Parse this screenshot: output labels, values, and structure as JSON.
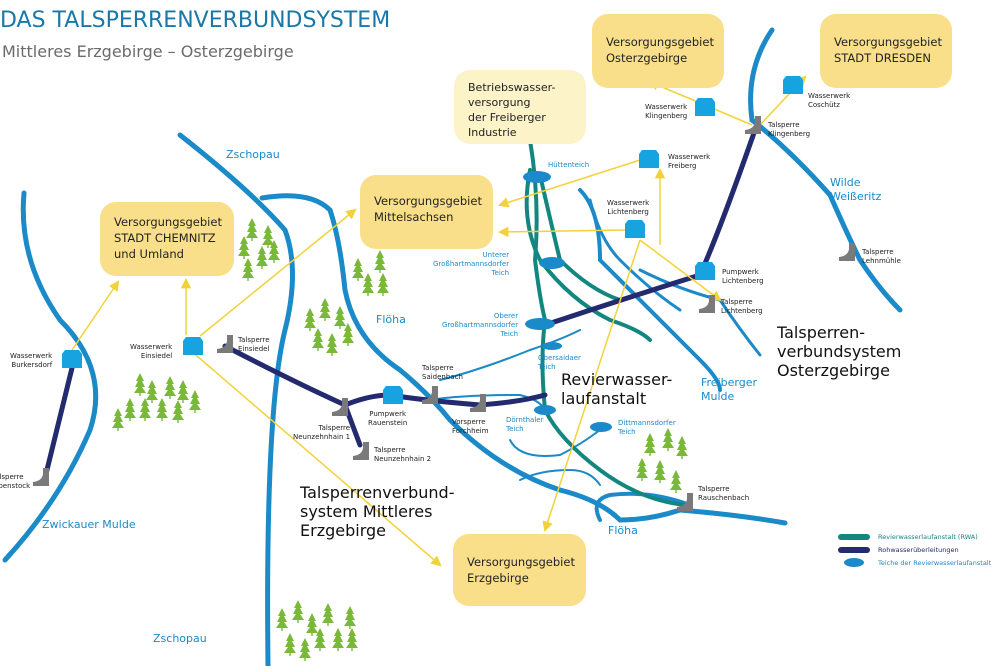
{
  "header": {
    "title": "DAS TALSPERRENVERBUNDSYSTEM",
    "subtitle": "Mittleres Erzgebirge – Osterzgebirge"
  },
  "colors": {
    "river": "#1a8ac8",
    "rwa": "#13877f",
    "rohwasser": "#232a6e",
    "teich": "#1a8ac8",
    "supply": "#f2d23a",
    "box": "#f9df8a",
    "box_pale": "#fcf3c9",
    "dam": "#7a7a7a",
    "waterworks": "#16a3e0",
    "tree": "#7ab83a"
  },
  "supply_areas": [
    {
      "line1": "Versorgungsgebiet",
      "line2": "STADT CHEMNITZ",
      "line3": "und Umland"
    },
    {
      "line1": "Versorgungsgebiet",
      "line2": "Mittelsachsen"
    },
    {
      "line1": "Versorgungsgebiet",
      "line2": "Osterzgebirge"
    },
    {
      "line1": "Versorgungsgebiet",
      "line2": "STADT DRESDEN"
    },
    {
      "line1": "Versorgungsgebiet",
      "line2": "Erzgebirge"
    },
    {
      "line1": "Betriebswasser-",
      "line2": "versorgung",
      "line3": "der Freiberger",
      "line4": "Industrie"
    }
  ],
  "waterworks": [
    {
      "line1": "Wasserwerk",
      "line2": "Burkersdorf"
    },
    {
      "line1": "Wasserwerk",
      "line2": "Einsiedel"
    },
    {
      "line1": "Wasserwerk",
      "line2": "Klingenberg"
    },
    {
      "line1": "Wasserwerk",
      "line2": "Coschütz"
    },
    {
      "line1": "Wasserwerk",
      "line2": "Freiberg"
    },
    {
      "line1": "Wasserwerk",
      "line2": "Lichtenberg"
    },
    {
      "line1": "Pumpwerk",
      "line2": "Lichtenberg"
    },
    {
      "line1": "Pumpwerk",
      "line2": "Rauenstein"
    }
  ],
  "dams": [
    {
      "line1": "Talsperre",
      "line2": "Eibenstock"
    },
    {
      "line1": "Talsperre",
      "line2": "Einsiedel"
    },
    {
      "line1": "Talsperre",
      "line2": "Neunzehnhain 1"
    },
    {
      "line1": "Talsperre",
      "line2": "Neunzehnhain 2"
    },
    {
      "line1": "Talsperre",
      "line2": "Saidenbach"
    },
    {
      "line1": "Vorsperre",
      "line2": "Forchheim"
    },
    {
      "line1": "Talsperre",
      "line2": "Klingenberg"
    },
    {
      "line1": "Talsperre",
      "line2": "Lehnmühle"
    },
    {
      "line1": "Talsperre",
      "line2": "Lichtenberg"
    },
    {
      "line1": "Talsperre",
      "line2": "Rauschenbach"
    }
  ],
  "ponds": [
    {
      "line1": "Hüttenteich"
    },
    {
      "line1": "Unterer",
      "line2": "Großhartmannsdorfer",
      "line3": "Teich"
    },
    {
      "line1": "Oberer",
      "line2": "Großhartmannsdorfer",
      "line3": "Teich"
    },
    {
      "line1": "Obersaidaer",
      "line2": "Teich"
    },
    {
      "line1": "Dörnthaler",
      "line2": "Teich"
    },
    {
      "line1": "Dittmannsdorfer",
      "line2": "Teich"
    }
  ],
  "rivers": {
    "zschopau_top": "Zschopau",
    "zschopau_bottom": "Zschopau",
    "floeha_mid": "Flöha",
    "floeha_bottom": "Flöha",
    "zwickauer_mulde": "Zwickauer Mulde",
    "freiberger_mulde_1": "Freiberger",
    "freiberger_mulde_2": "Mulde",
    "wilde_weisseritz_1": "Wilde",
    "wilde_weisseritz_2": "Weißeritz"
  },
  "regions": {
    "mittleres": {
      "line1": "Talsperrenverbund-",
      "line2": "system Mittleres",
      "line3": "Erzgebirge"
    },
    "rwa": {
      "line1": "Revierwasser-",
      "line2": "laufanstalt"
    },
    "oster": {
      "line1": "Talsperren-",
      "line2": "verbundsystem",
      "line3": "Osterzgebirge"
    }
  },
  "legend": [
    {
      "label": "Revierwasserlaufanstalt (RWA)",
      "kind": "rwa"
    },
    {
      "label": "Rohwasserüberleitungen",
      "kind": "rohwasser"
    },
    {
      "label": "Teiche der Revierwasserlaufanstalt",
      "kind": "teich"
    }
  ]
}
